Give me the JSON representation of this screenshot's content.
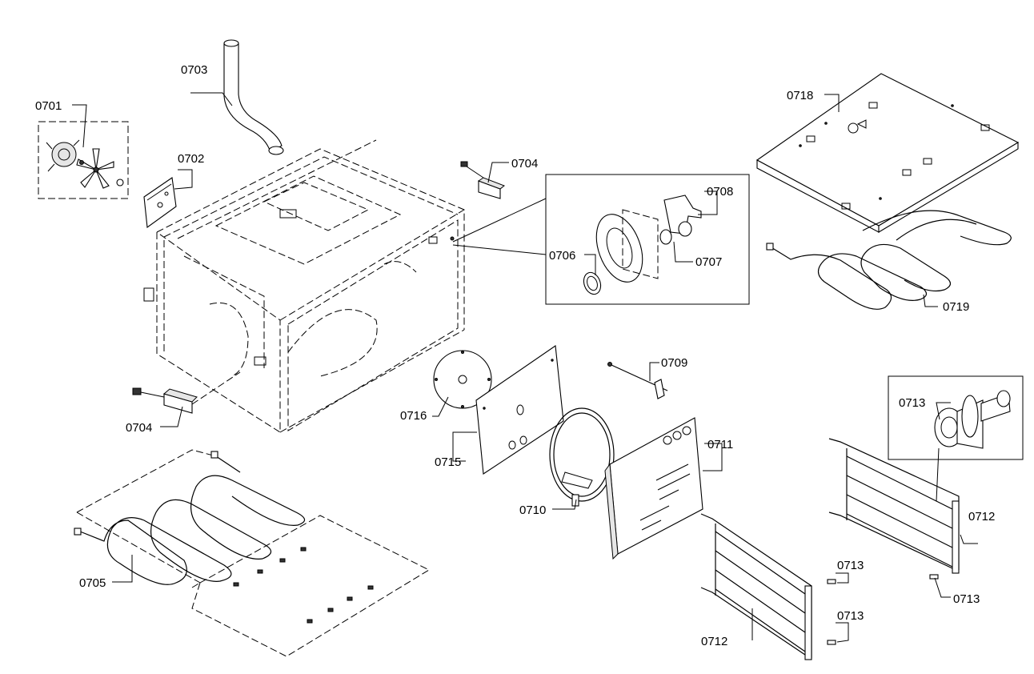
{
  "parts": {
    "p0701": "0701",
    "p0702": "0702",
    "p0703": "0703",
    "p0704a": "0704",
    "p0704b": "0704",
    "p0705": "0705",
    "p0706": "0706",
    "p0707": "0707",
    "p0708": "0708",
    "p0709": "0709",
    "p0710": "0710",
    "p0711": "0711",
    "p0712a": "0712",
    "p0712b": "0712",
    "p0713a": "0713",
    "p0713b": "0713",
    "p0713c": "0713",
    "p0713d": "0713",
    "p0715": "0715",
    "p0716": "0716",
    "p0718": "0718",
    "p0719": "0719"
  }
}
